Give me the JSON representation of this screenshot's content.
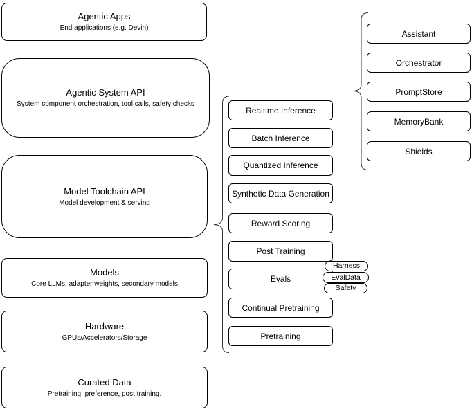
{
  "diagram": {
    "left_column": [
      {
        "title": "Agentic Apps",
        "subtitle": "End applications (e.g. Devin)"
      },
      {
        "title": "Agentic System API",
        "subtitle": "System component orchestration, tool calls, safety checks"
      },
      {
        "title": "Model Toolchain API",
        "subtitle": "Model development & serving"
      },
      {
        "title": "Models",
        "subtitle": "Core LLMs, adapter weights, secondary models"
      },
      {
        "title": "Hardware",
        "subtitle": "GPUs/Accelerators/Storage"
      },
      {
        "title": "Curated Data",
        "subtitle": "Pretraining, preference, post training."
      }
    ],
    "toolchain_items": [
      "Realtime Inference",
      "Batch Inference",
      "Quantized Inference",
      "Synthetic Data Generation",
      "Reward Scoring",
      "Post Training",
      "Evals",
      "Continual Pretraining",
      "Pretraining"
    ],
    "eval_components": [
      "Harness",
      "EvalData",
      "Safety"
    ],
    "system_components": [
      "Assistant",
      "Orchestrator",
      "PromptStore",
      "MemoryBank",
      "Shields"
    ],
    "colors": {
      "node_fill": "#ffffff",
      "node_stroke": "#000000",
      "connector": "#666666",
      "bracket": "#333333",
      "text": "#000000"
    }
  }
}
